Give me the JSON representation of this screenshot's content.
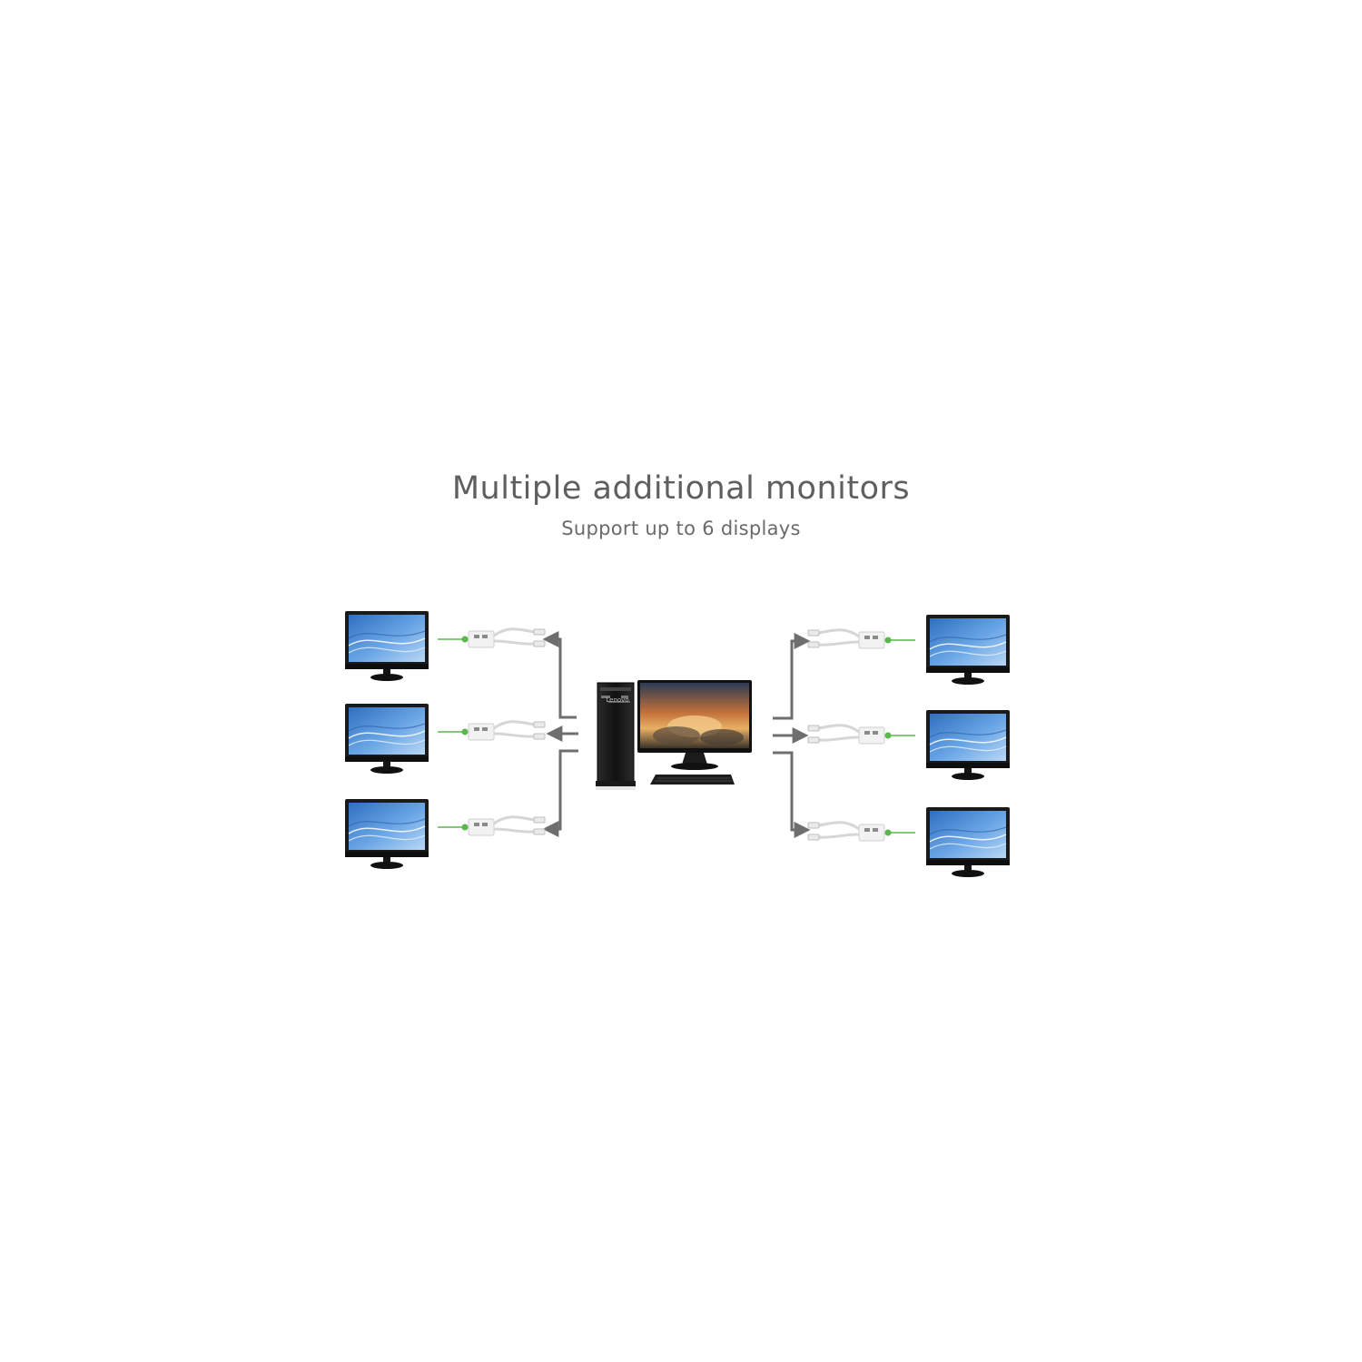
{
  "header": {
    "title": "Multiple additional monitors",
    "subtitle": "Support up to 6 displays"
  },
  "computer": {
    "tower_brand": "Lenovo"
  },
  "icons": {
    "monitor": "monitor-icon",
    "adapter": "usb-display-adapter-icon",
    "tower": "desktop-tower-icon",
    "keyboard": "keyboard-icon"
  },
  "colors": {
    "text": "#5f5f5f",
    "arrow": "#6e6e6e",
    "link": "#59b84a",
    "bezel": "#1a1a1a",
    "screen": "#4b8fd6"
  },
  "displays": [
    {
      "side": "left",
      "row": 1
    },
    {
      "side": "left",
      "row": 2
    },
    {
      "side": "left",
      "row": 3
    },
    {
      "side": "right",
      "row": 1
    },
    {
      "side": "right",
      "row": 2
    },
    {
      "side": "right",
      "row": 3
    }
  ]
}
